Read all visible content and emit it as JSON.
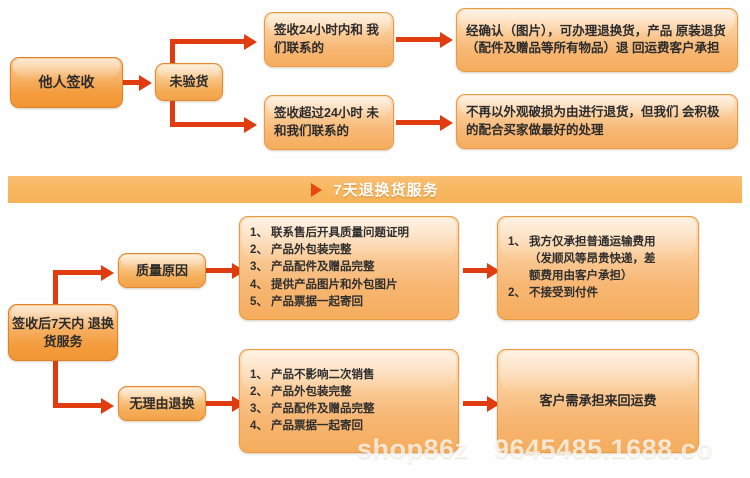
{
  "theme": {
    "accent_orange": "#f4a74f",
    "arrow_red": "#e03c10",
    "banner_bg": "#f8b75f",
    "border": "#e08a33",
    "page_bg": "#ffffff"
  },
  "top_flow": {
    "start": {
      "label": "他人签收"
    },
    "stage": {
      "label": "未验货"
    },
    "branches": [
      {
        "condition": "签收24小时内和我们联系的",
        "condition_lines": [
          "签收24小时内和",
          "我们联系的"
        ],
        "result": "经确认（图片），可办理退换货，产品原装退货（配件及赠品等所有物品）退回运费客户承担",
        "result_lines": [
          "经确认（图片），可办理退换货，产品",
          "原装退货（配件及赠品等所有物品）退",
          "回运费客户承担"
        ]
      },
      {
        "condition": "签收超过24小时未和我们联系的",
        "condition_lines": [
          "签收超过24小时",
          "未和我们联系的"
        ],
        "result": "不再以外观破损为由进行退货，但我们会积极的配合买家做最好的处理",
        "result_lines": [
          "不再以外观破损为由进行退货，但我们",
          "会积极的配合买家做最好的处理"
        ]
      }
    ]
  },
  "banner": {
    "marker": "triangle-right-icon",
    "title": "7天退换货服务"
  },
  "bottom_flow": {
    "start": {
      "label": "签收后7天内退换货服务",
      "lines": [
        "签收后7天内",
        "退换货服务"
      ]
    },
    "branches": [
      {
        "reason": "质量原因",
        "requirements": [
          {
            "num": "1、",
            "text": "联系售后开具质量问题证明"
          },
          {
            "num": "2、",
            "text": "产品外包装完整"
          },
          {
            "num": "3、",
            "text": "产品配件及赠品完整"
          },
          {
            "num": "4、",
            "text": "提供产品图片和外包图片"
          },
          {
            "num": "5、",
            "text": "产品票据一起寄回"
          }
        ],
        "outcome_items": [
          {
            "num": "1、",
            "lines": [
              "我方仅承担普通运输费用",
              "（发顺风等昂贵快递，差",
              "额费用由客户承担）"
            ]
          },
          {
            "num": "2、",
            "lines": [
              "不接受到付件"
            ]
          }
        ]
      },
      {
        "reason": "无理由退换",
        "requirements": [
          {
            "num": "1、",
            "text": "产品不影响二次销售"
          },
          {
            "num": "2、",
            "text": "产品外包装完整"
          },
          {
            "num": "3、",
            "text": "产品配件及赠品完整"
          },
          {
            "num": "4、",
            "text": "产品票据一起寄回"
          }
        ],
        "outcome_text": "客户需承担来回运费"
      }
    ]
  },
  "watermark": {
    "left": "shop86z",
    "right": "9645485.1688.co"
  }
}
